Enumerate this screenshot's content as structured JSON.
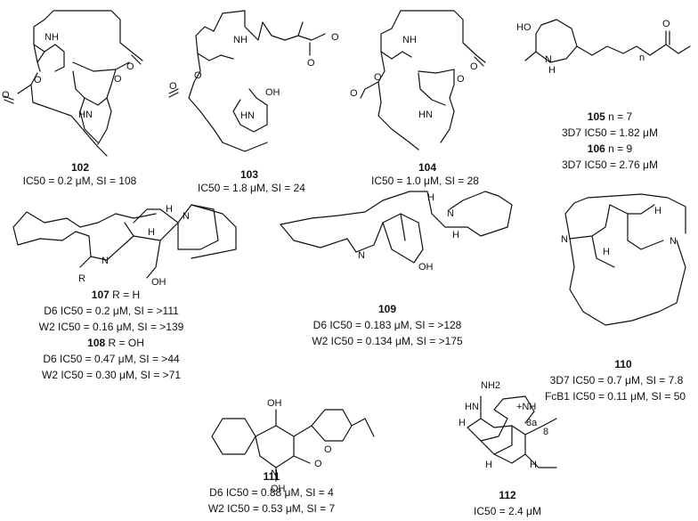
{
  "c102": {
    "number": "102",
    "activity": "IC50 = 0.2 μM, SI = 108"
  },
  "c103": {
    "number": "103",
    "activity": "IC50 = 1.8 μM, SI = 24"
  },
  "c104": {
    "number": "104",
    "activity": "IC50 = 1.0 μM, SI = 28"
  },
  "c105": {
    "number": "105",
    "variant": "n = 7",
    "activity": "3D7 IC50 = 1.82 μM"
  },
  "c106": {
    "number": "106",
    "variant": "n = 9",
    "activity": "3D7 IC50 = 2.76 μM"
  },
  "c107": {
    "number": "107",
    "variant": "R = H",
    "activity_d6": "D6 IC50 = 0.2 μM, SI = >111",
    "activity_w2": "W2 IC50 = 0.16 μM, SI = >139"
  },
  "c108": {
    "number": "108",
    "variant": "R = OH",
    "activity_d6": "D6 IC50 = 0.47 μM, SI = >44",
    "activity_w2": "W2 IC50 = 0.30 μM, SI = >71"
  },
  "c109": {
    "number": "109",
    "activity_d6": "D6 IC50 = 0.183 μM, SI = >128",
    "activity_w2": "W2 IC50 = 0.134 μM, SI = >175"
  },
  "c110": {
    "number": "110",
    "activity_3d7": "3D7 IC50 = 0.7 μM, SI = 7.8",
    "activity_fcb1": "FcB1 IC50 = 0.11 μM, SI = 50"
  },
  "c111": {
    "number": "111",
    "activity_d6": "D6 IC50 = 0.88 μM, SI = 4",
    "activity_w2": "W2 IC50 = 0.53 μM, SI = 7"
  },
  "c112": {
    "number": "112",
    "activity": "IC50 = 2.4 μM"
  },
  "atoms": {
    "nh": "NH",
    "hn": "HN",
    "n": "N",
    "o": "O",
    "oh": "OH",
    "ho": "HO",
    "h": "H",
    "r": "R",
    "nh2": "NH2",
    "plus_nh": "+NH",
    "pos_8a": "8a",
    "pos_8": "8",
    "subscript_n": "n"
  }
}
